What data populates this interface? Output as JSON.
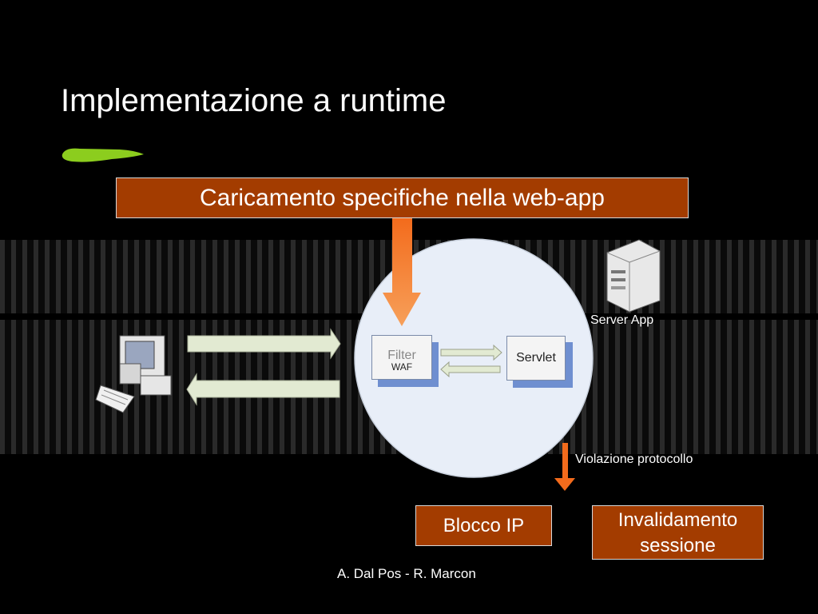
{
  "slide": {
    "title": "Implementazione a runtime",
    "loading_box": "Caricamento specifiche nella web-app",
    "filter_label": "Filter",
    "waf_label": "WAF",
    "servlet_label": "Servlet",
    "server_label": "Server App",
    "violation_label": "Violazione protocollo",
    "block_ip_label": "Blocco IP",
    "invalidate_line1": "Invalidamento",
    "invalidate_line2": "sessione",
    "footer": "A. Dal Pos - R. Marcon"
  },
  "colors": {
    "accent_green": "#8ccd1e",
    "box_fill": "#a33c00",
    "arrow_orange": "#f36b1c",
    "circle_fill": "#e8eef8"
  }
}
